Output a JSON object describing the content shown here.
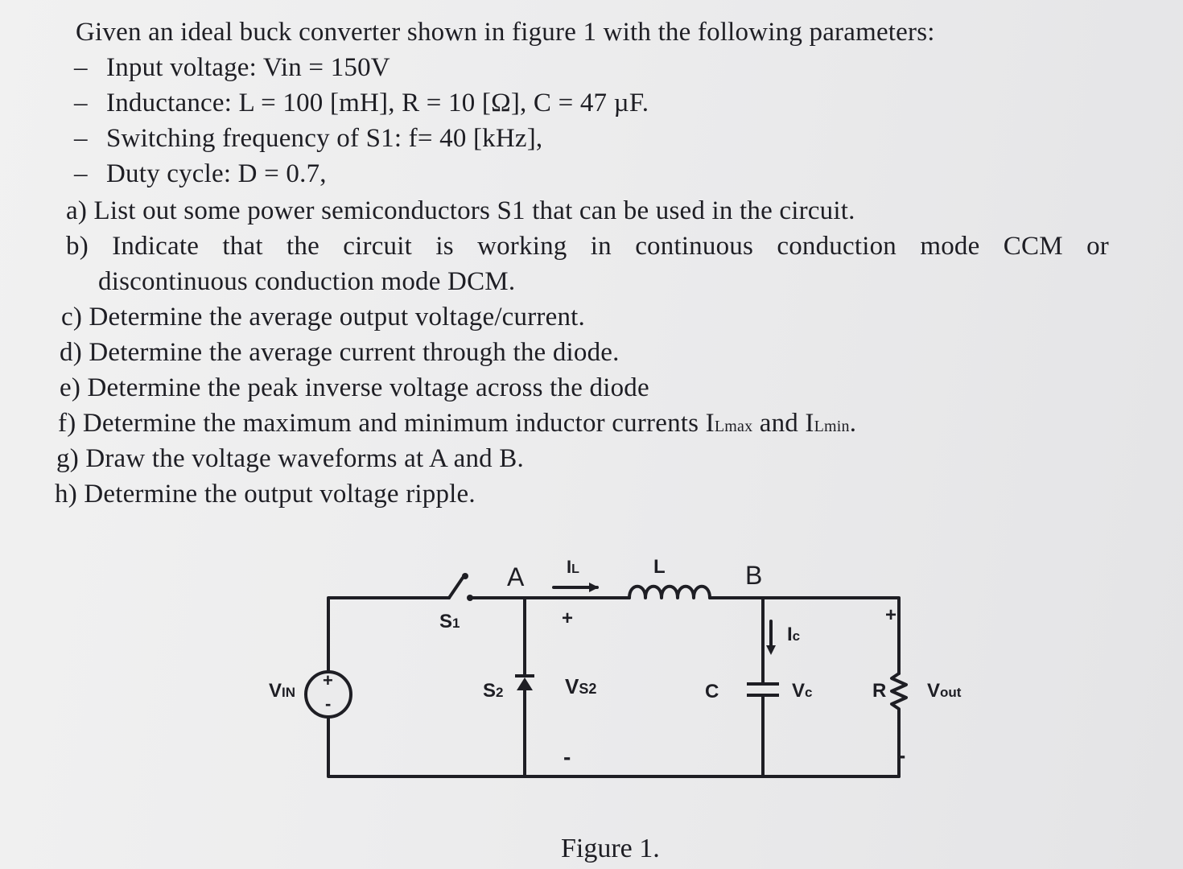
{
  "intro": "Given an ideal buck converter shown in figure 1 with the following parameters:",
  "params": [
    {
      "dash": "–",
      "text": "Input voltage: Vin = 150V"
    },
    {
      "dash": "–",
      "text": "Inductance: L = 100 [mH], R = 10 [Ω], C = 47 µF."
    },
    {
      "dash": "–",
      "text": "Switching frequency of S1: f= 40 [kHz],"
    },
    {
      "dash": "–",
      "text": "Duty cycle: D = 0.7,"
    }
  ],
  "questions": {
    "a": "a) List out some power semiconductors S1 that can be used in the circuit.",
    "b_words": [
      "b)",
      "Indicate",
      "that",
      "the",
      "circuit",
      "is",
      "working",
      "in",
      "continuous",
      "conduction",
      "mode",
      "CCM",
      "or"
    ],
    "b_cont": "discontinuous conduction mode DCM.",
    "c": "c) Determine the average output voltage/current.",
    "d": "d) Determine the average current through the diode.",
    "e": "e) Determine the peak inverse voltage across the diode",
    "f_pre": "f) Determine the maximum and minimum inductor currents I",
    "f_sub1": "Lmax",
    "f_mid": " and I",
    "f_sub2": "Lmin",
    "f_end": ".",
    "g": "g) Draw the voltage waveforms at A and B.",
    "h": "h) Determine the output voltage ripple."
  },
  "circuit": {
    "node_a": "A",
    "node_b": "B",
    "il_main": "I",
    "il_sub": "L",
    "inductor": "L",
    "s1_main": "S",
    "s1_sub": "1",
    "s2_main": "S",
    "s2_sub": "2",
    "vin_main": "V",
    "vin_sub": "IN",
    "src_plus": "+",
    "src_minus": "-",
    "vs2_main": "V",
    "vs2_sub": "S2",
    "vs2_plus": "+",
    "vs2_minus": "-",
    "ic_main": "I",
    "ic_sub": "c",
    "cap": "C",
    "vc_main": "V",
    "vc_sub": "c",
    "res": "R",
    "vout_main": "V",
    "vout_sub": "out",
    "vout_plus": "+",
    "vout_minus": "-"
  },
  "caption": "Figure 1."
}
